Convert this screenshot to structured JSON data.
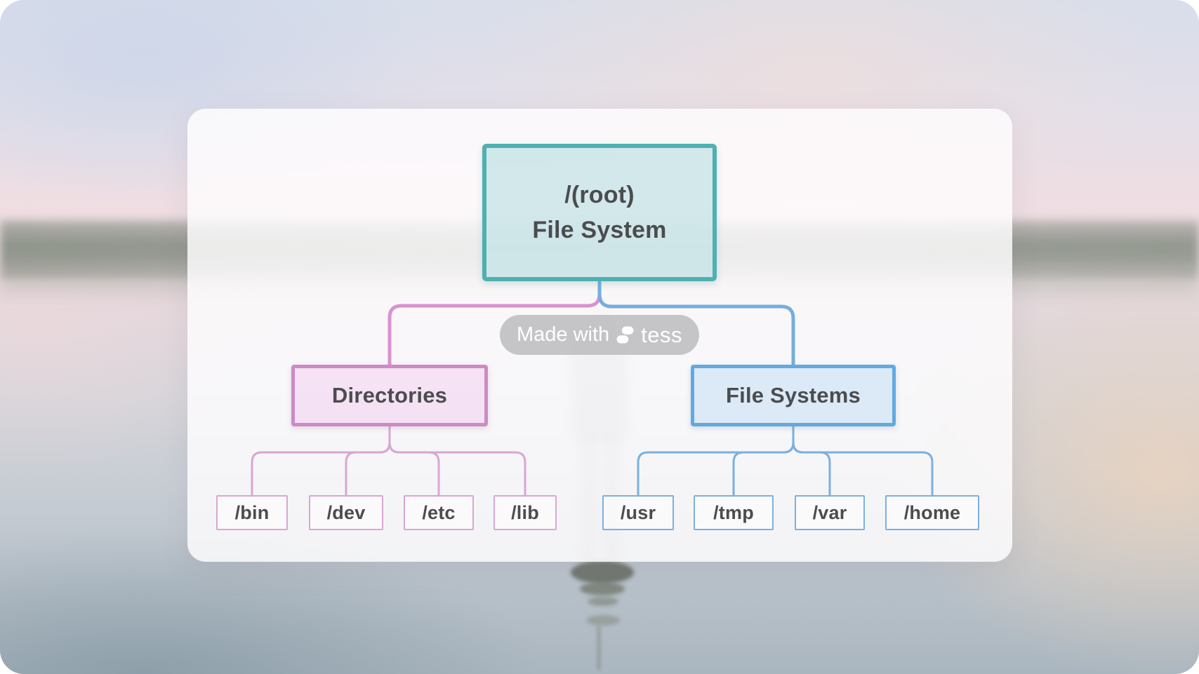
{
  "watermark": {
    "prefix": "Made with",
    "brand": "tess"
  },
  "tree": {
    "root": {
      "line1": "/(root)",
      "line2": "File System"
    },
    "branches": [
      {
        "label": "Directories",
        "theme": "pink",
        "children": [
          {
            "label": "/bin"
          },
          {
            "label": "/dev"
          },
          {
            "label": "/etc"
          },
          {
            "label": "/lib"
          }
        ]
      },
      {
        "label": "File Systems",
        "theme": "blue",
        "children": [
          {
            "label": "/usr"
          },
          {
            "label": "/tmp"
          },
          {
            "label": "/var"
          },
          {
            "label": "/home"
          }
        ]
      }
    ]
  },
  "colors": {
    "root_border": "#4fb0b2",
    "root_fill": "#c7e3e7",
    "pink_border": "#cd8ac6",
    "pink_fill": "#f4dff2",
    "pink_line": "#d893cc",
    "pink_leaf_border": "#d9a6d3",
    "blue_border": "#63a9df",
    "blue_fill": "#d8e8f6",
    "blue_line": "#74aede",
    "blue_leaf_border": "#7bb0e0",
    "node_text": "#4b4c4e",
    "badge_bg": "#bfbfc1",
    "badge_text": "#ffffff"
  }
}
